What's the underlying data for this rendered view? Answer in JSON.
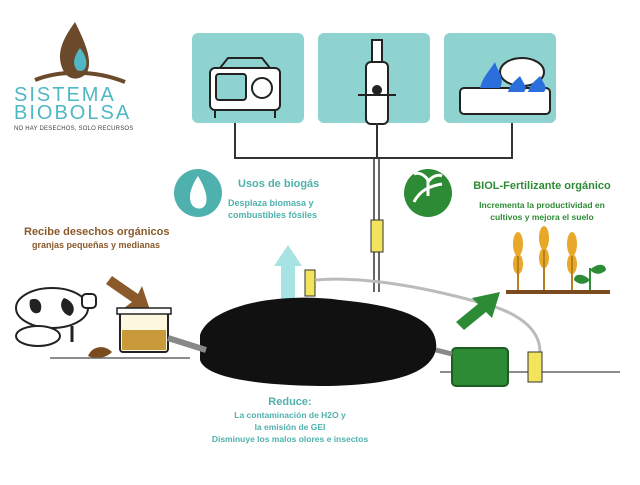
{
  "logo": {
    "line1": "SISTEMA",
    "line2": "BIOBOLSA",
    "tagline": "NO HAY DESECHOS, SOLO RECURSOS"
  },
  "biogas": {
    "title": "Usos de biogás",
    "line1": "Desplaza biomasa  y",
    "line2": "combustibles fósiles"
  },
  "biol": {
    "title": "BIOL-Fertilizante orgánico",
    "line1": "Incrementa la productividad en",
    "line2": "cultivos y mejora el suelo"
  },
  "input": {
    "title": "Recibe desechos orgánicos",
    "subtitle": "granjas pequeñas y medianas"
  },
  "reduce": {
    "title": "Reduce:",
    "line1": "La contaminación de H2O y",
    "line2": "la emisión de GEI",
    "line3": "Disminuye los malos olores e insectos"
  },
  "colors": {
    "teal": "#4fb1ad",
    "brown": "#8a5a2b",
    "green": "#2e8b35",
    "panel": "#8fd3d1"
  },
  "icons": [
    "generator-icon",
    "filter-icon",
    "gas-stove-icon",
    "flame-icon",
    "plant-hand-icon",
    "cow-icon",
    "wheat-icon"
  ]
}
